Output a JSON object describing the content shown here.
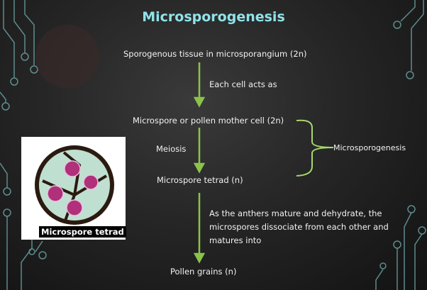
{
  "title": "Microsporogenesis",
  "steps": {
    "s1": "Sporogenous tissue in microsporangium (2n)",
    "a1": "Each cell acts as",
    "s2": "Microspore or pollen mother cell  (2n)",
    "a2": "Meiosis",
    "s3": "Microspore tetrad (n)",
    "a3_lines": [
      "As the anthers mature and dehydrate, the",
      "microspores dissociate from each other and",
      "matures into"
    ],
    "s4": "Pollen grains (n)"
  },
  "brace_label": "Microsporogenesis",
  "image_label": "Microspore tetrad",
  "colors": {
    "arrow": "#8bc34a",
    "title": "#8fe3ea",
    "circuit": "#7fb8b8"
  }
}
